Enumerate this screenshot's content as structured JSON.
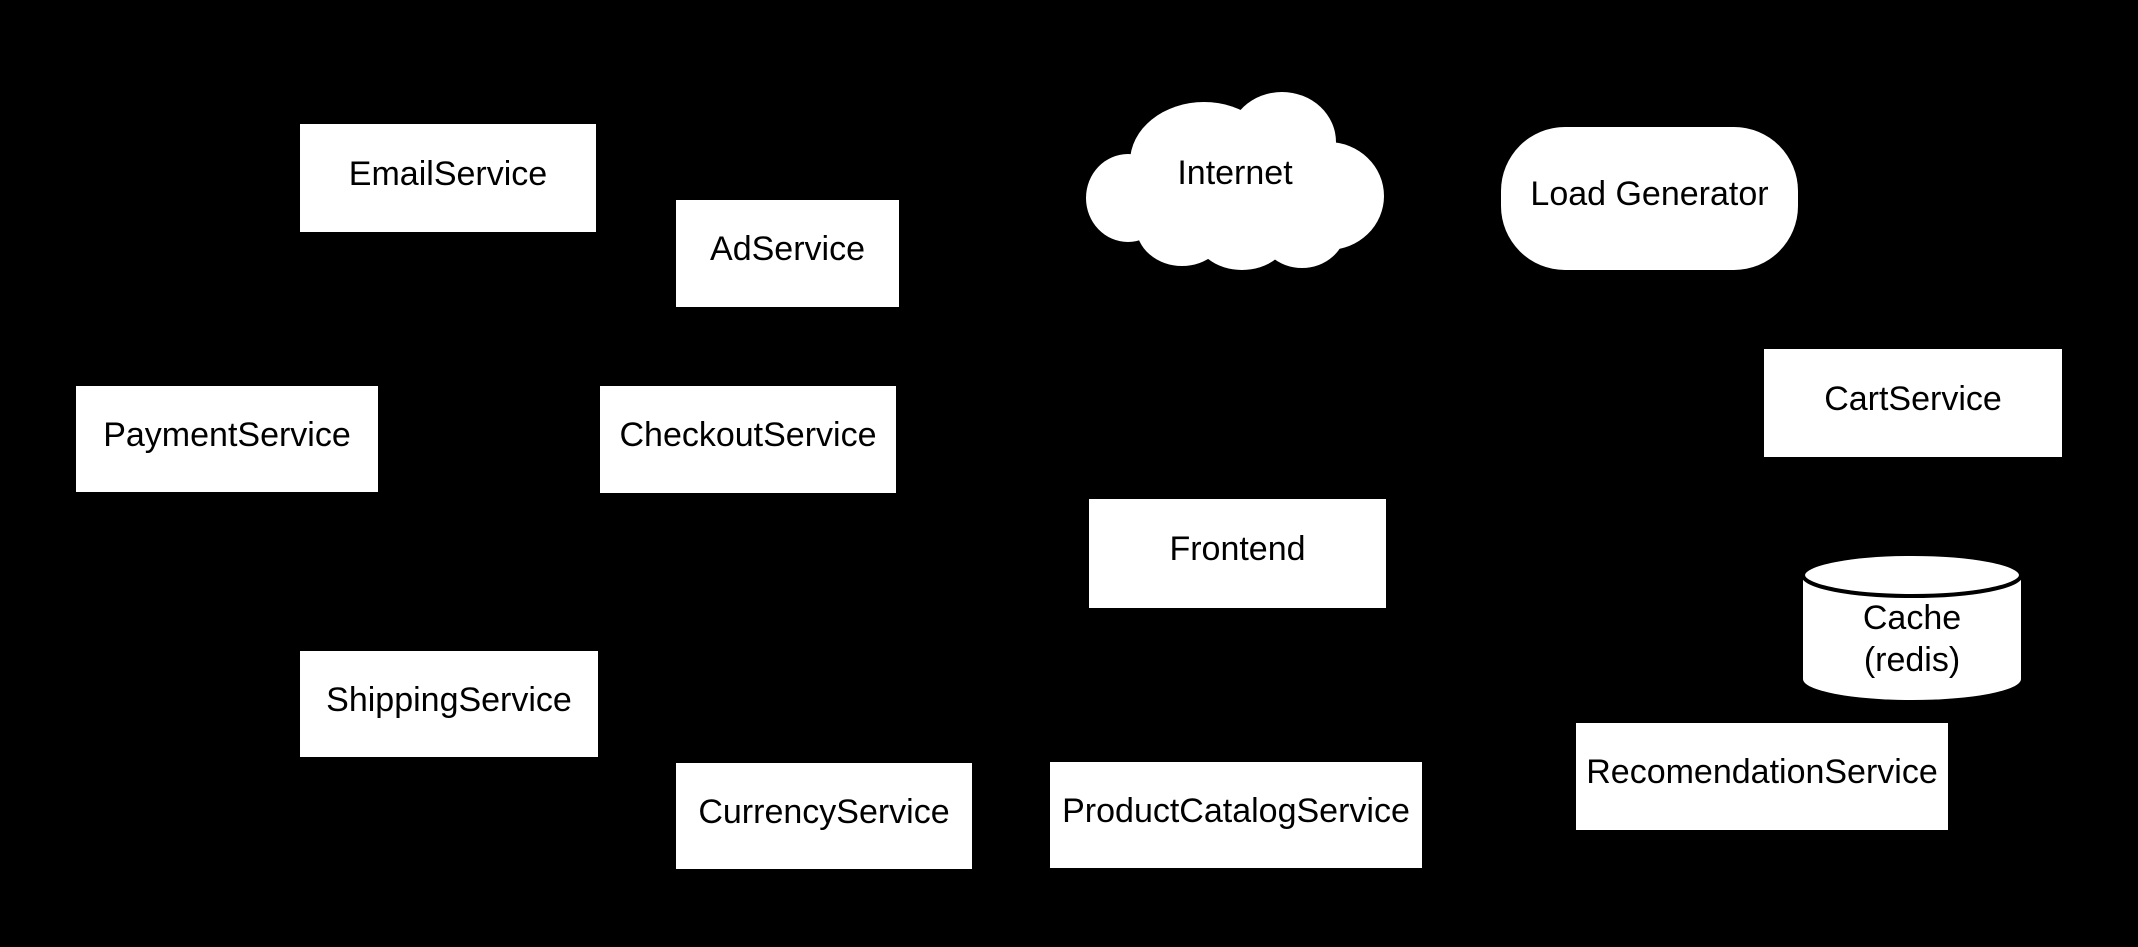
{
  "diagram": {
    "background_color": "#000000",
    "node_fill_color": "#ffffff",
    "node_text_color": "#000000",
    "nodes": {
      "email_service": {
        "label": "EmailService",
        "shape": "rectangle"
      },
      "ad_service": {
        "label": "AdService",
        "shape": "rectangle"
      },
      "internet": {
        "label": "Internet",
        "shape": "cloud"
      },
      "load_generator": {
        "label": "Load Generator",
        "shape": "stadium"
      },
      "payment_service": {
        "label": "PaymentService",
        "shape": "rectangle"
      },
      "checkout_service": {
        "label": "CheckoutService",
        "shape": "rectangle"
      },
      "cart_service": {
        "label": "CartService",
        "shape": "rectangle"
      },
      "frontend": {
        "label": "Frontend",
        "shape": "rectangle"
      },
      "cache": {
        "label_line1": "Cache",
        "label_line2": "(redis)",
        "shape": "cylinder"
      },
      "shipping_service": {
        "label": "ShippingService",
        "shape": "rectangle"
      },
      "currency_service": {
        "label": "CurrencyService",
        "shape": "rectangle"
      },
      "product_catalog_service": {
        "label": "ProductCatalogService",
        "shape": "rectangle"
      },
      "recomendation_service": {
        "label": "RecomendationService",
        "shape": "rectangle"
      }
    }
  }
}
